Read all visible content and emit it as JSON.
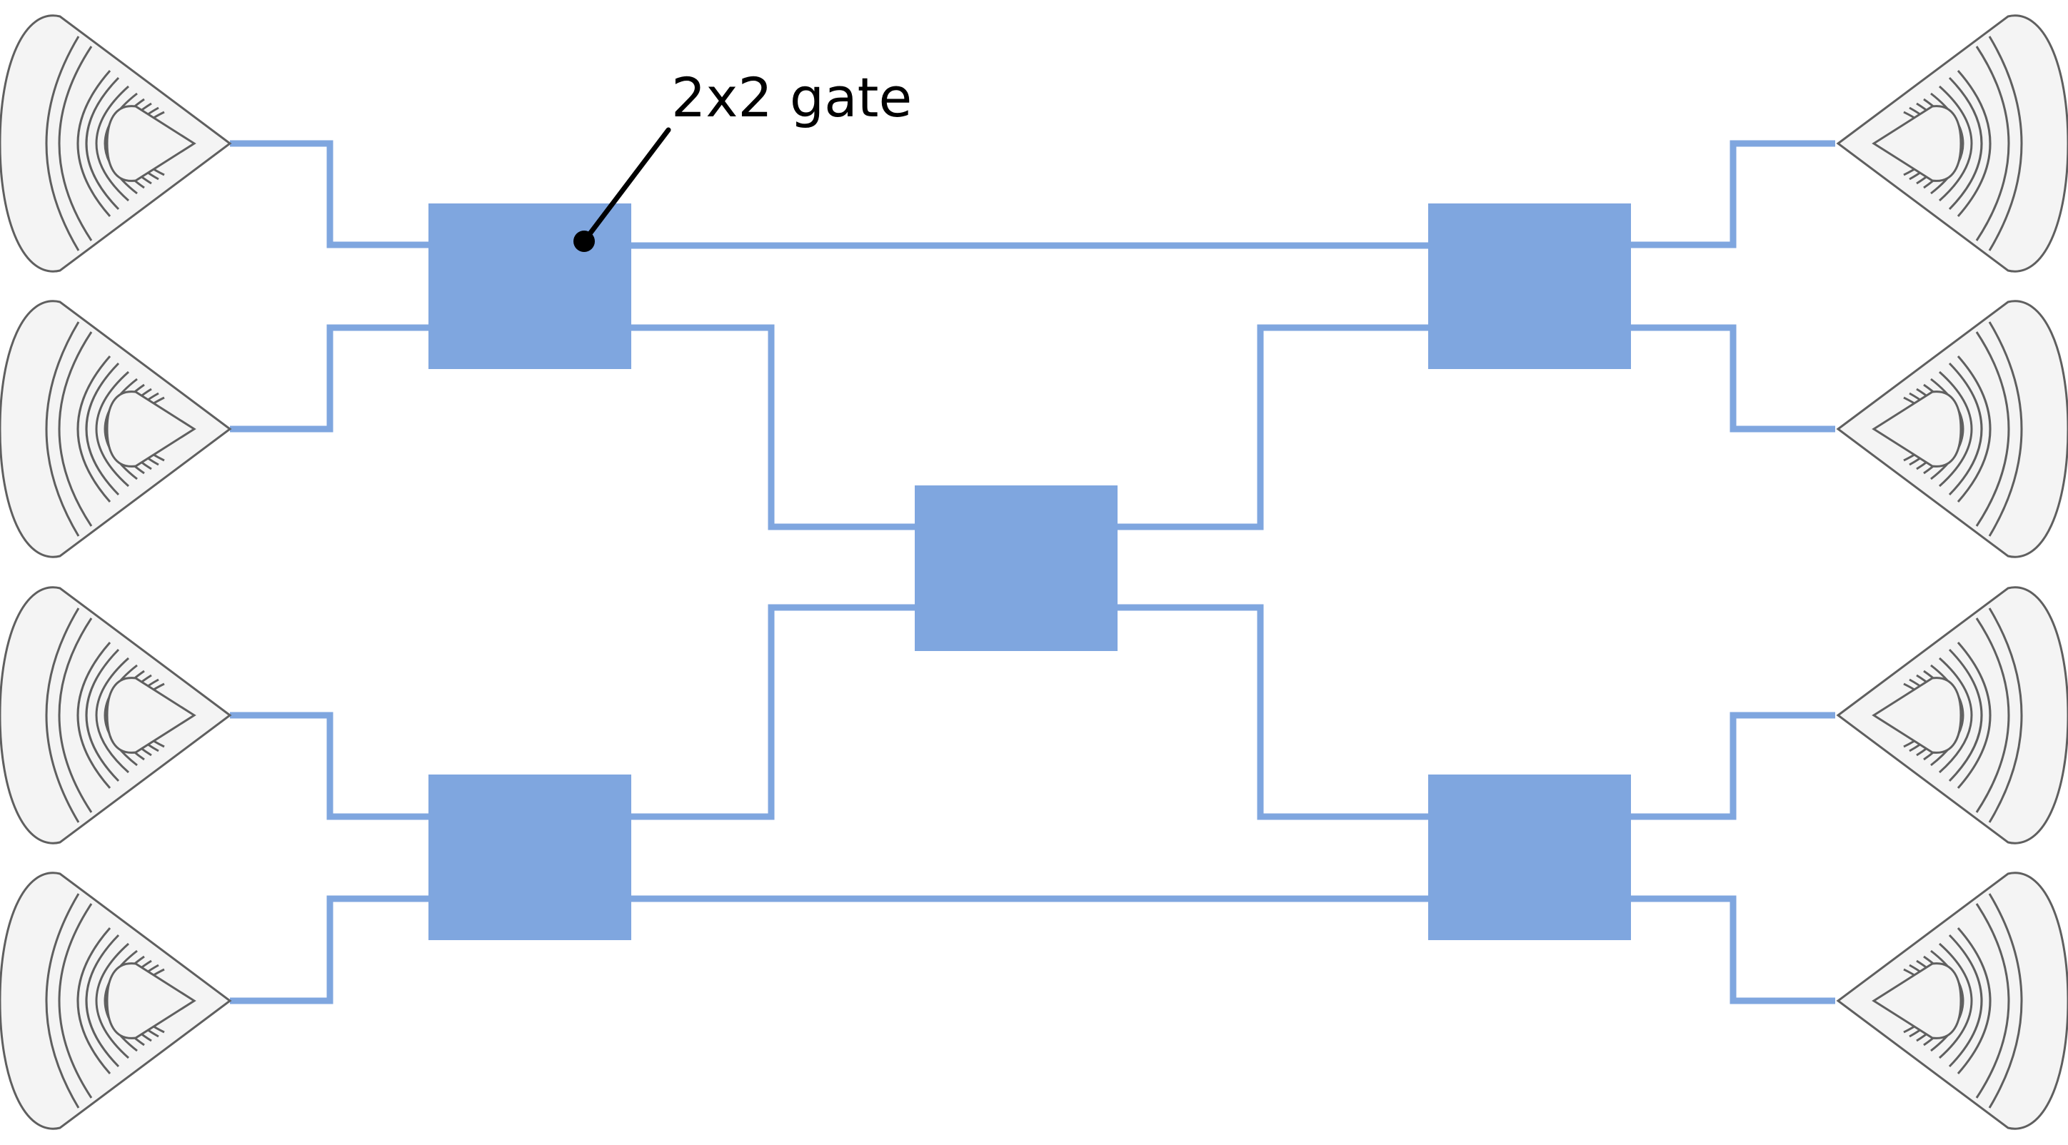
{
  "annotation": {
    "label": "2x2 gate",
    "target": "gate-top-left"
  },
  "gates": [
    {
      "id": "gate-top-left"
    },
    {
      "id": "gate-bottom-left"
    },
    {
      "id": "gate-center"
    },
    {
      "id": "gate-top-right"
    },
    {
      "id": "gate-bottom-right"
    }
  ],
  "couplers": {
    "left_count": 4,
    "right_count": 4,
    "icon": "grating-coupler-icon"
  },
  "colors": {
    "gate_fill": "#7fa6df",
    "waveguide": "#7fa6df",
    "coupler_fill": "#f4f4f4",
    "coupler_stroke": "#5f5f5f",
    "annotation": "#000000"
  }
}
